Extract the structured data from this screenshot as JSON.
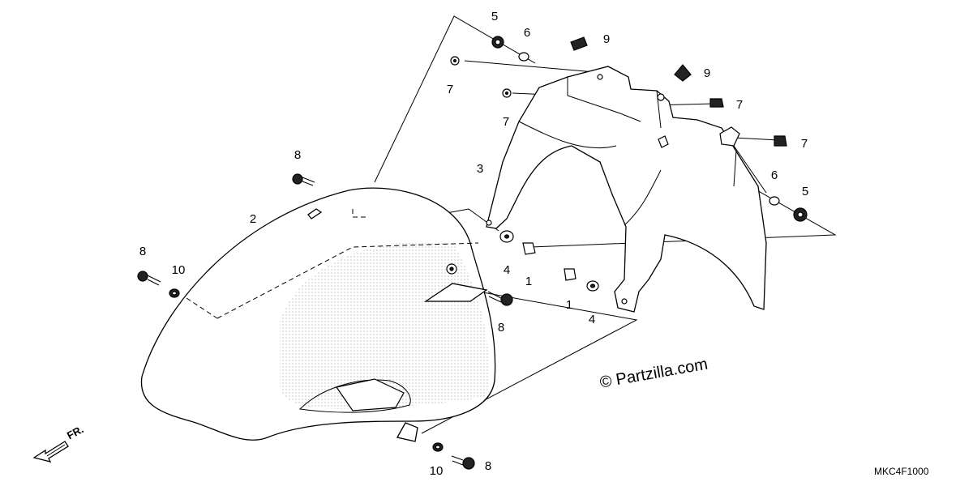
{
  "diagram": {
    "callouts": [
      "1",
      "2",
      "3",
      "4",
      "5",
      "6",
      "7",
      "8",
      "9",
      "10"
    ],
    "direction_label": "FR.",
    "watermark": "© Partzilla.com",
    "diagram_code": "MKC4F1000"
  }
}
